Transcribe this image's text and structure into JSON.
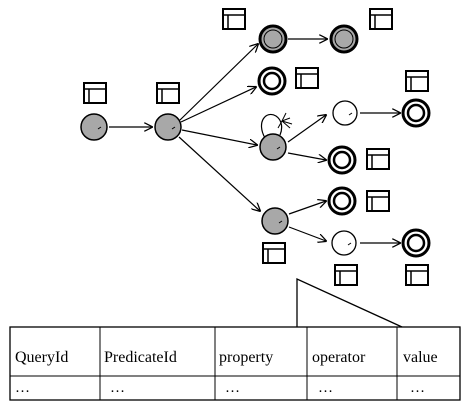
{
  "colors": {
    "stroke": "#000000",
    "gray_state": "#a8a8a8",
    "white_state": "#ffffff"
  },
  "icons": {
    "table": "table-icon",
    "loop_marker": "arrow-burst-icon"
  },
  "table": {
    "headers": [
      "QueryId",
      "PredicateId",
      "property",
      "operator",
      "value"
    ],
    "row": [
      "…",
      "…",
      "…",
      "…",
      "…"
    ]
  }
}
